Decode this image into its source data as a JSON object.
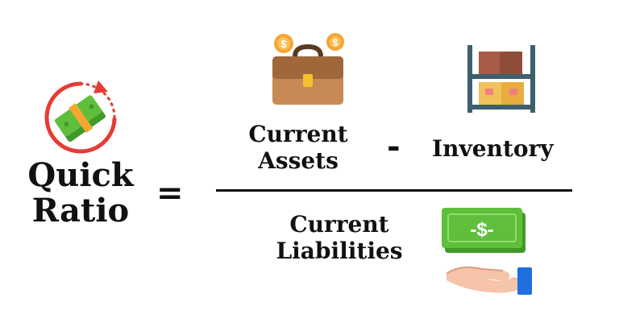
{
  "formula": {
    "left_term": [
      "Quick",
      "Ratio"
    ],
    "equals": "=",
    "numerator_first": [
      "Current",
      "Assets"
    ],
    "minus": "-",
    "numerator_second": "Inventory",
    "denominator": [
      "Current",
      "Liabilities"
    ],
    "money_symbol": "-$-"
  },
  "icons": {
    "left": "cash-cycle-icon",
    "assets": "briefcase-with-coins-icon",
    "inventory": "warehouse-shelf-icon",
    "liabilities": "hand-with-cash-icon"
  },
  "colors": {
    "text": "#111111",
    "cash_green": "#5fbf3c",
    "cycle_red": "#e63b33",
    "briefcase_brown": "#a0683a",
    "coin_orange": "#f6a532",
    "shelf_blue": "#3e5f6e",
    "hand_skin": "#f6c4a8",
    "sleeve_blue": "#1f6fe0"
  }
}
